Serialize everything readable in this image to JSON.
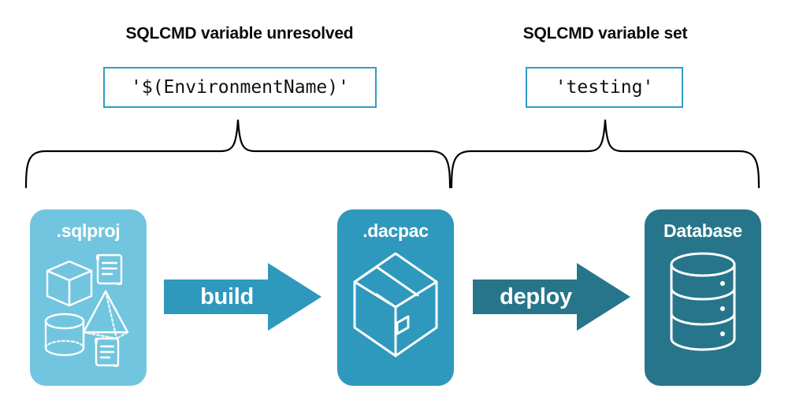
{
  "headings": {
    "left": "SQLCMD variable unresolved",
    "right": "SQLCMD variable set"
  },
  "code_values": {
    "left": "'$(EnvironmentName)'",
    "right": "'testing'"
  },
  "stages": [
    {
      "label": ".sqlproj",
      "color": "#72c5de",
      "icons": [
        "cube-icon",
        "scroll-icon",
        "pyramid-icon",
        "cylinder-icon",
        "scroll-icon"
      ]
    },
    {
      "label": ".dacpac",
      "color": "#2e99bc",
      "icons": [
        "package-box-icon"
      ]
    },
    {
      "label": "Database",
      "color": "#27758a",
      "icons": [
        "database-cylinder-icon"
      ]
    }
  ],
  "arrows": [
    {
      "label": "build",
      "color": "#2e99bc"
    },
    {
      "label": "deploy",
      "color": "#27758a"
    }
  ],
  "colors": {
    "light_teal": "#72c5de",
    "mid_teal": "#2e99bc",
    "dark_teal": "#27758a",
    "border_teal": "#2f9dc4",
    "text_black": "#0b0b0b",
    "background": "#ffffff"
  }
}
